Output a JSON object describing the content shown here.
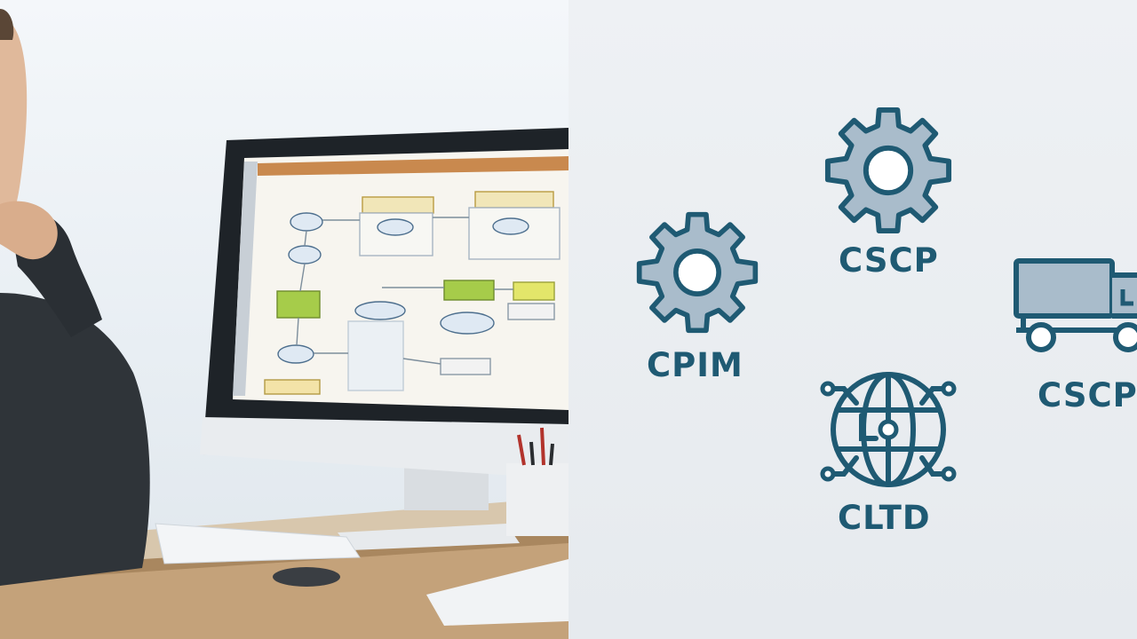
{
  "certifications": [
    {
      "label": "CPIM",
      "icon": "gear-icon"
    },
    {
      "label": "CSCP",
      "icon": "gear-icon"
    },
    {
      "label": "CLTD",
      "icon": "globe-network-icon"
    },
    {
      "label": "CSCP",
      "icon": "delivery-truck-icon"
    }
  ],
  "colors": {
    "icon_stroke": "#1f5a73",
    "icon_fill": "#a9bccb",
    "label": "#1f5a73",
    "right_background": "#e8ecf0"
  }
}
